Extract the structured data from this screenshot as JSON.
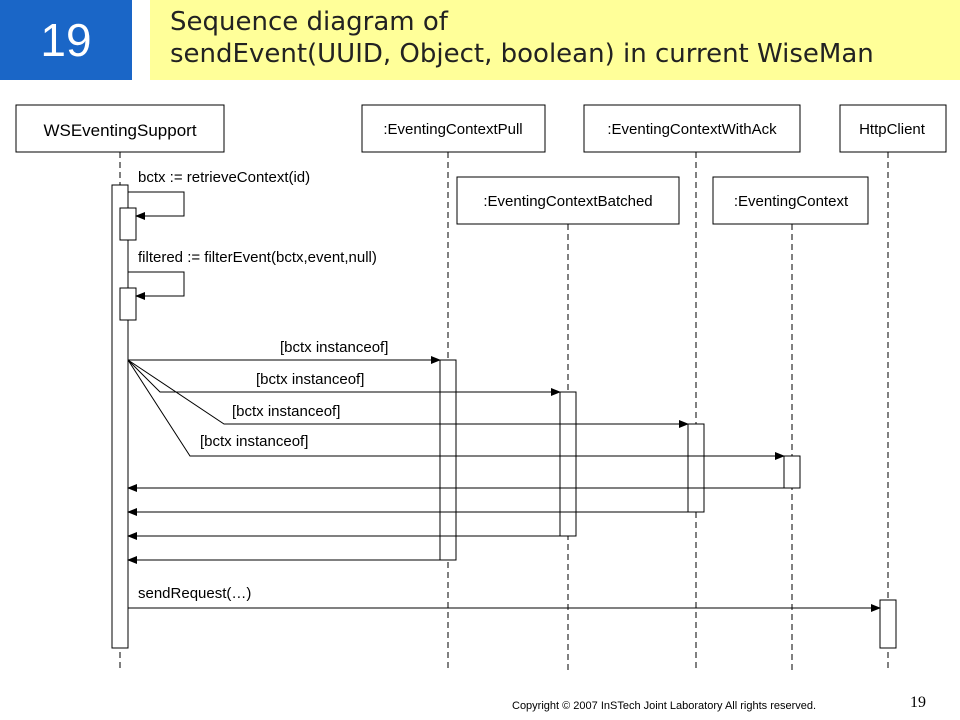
{
  "slide": {
    "number_badge": "19",
    "title_line1": "Sequence diagram of",
    "title_line2": "sendEvent(UUID, Object, boolean) in current WiseMan",
    "footer": "Copyright © 2007 InSTech  Joint Laboratory All rights reserved.",
    "page_number": "19"
  },
  "colors": {
    "badge_bg": "#1a66c7",
    "title_bg": "#ffff99"
  },
  "diagram": {
    "lifelines": {
      "wseventing_support": "WSEventingSupport",
      "context_pull": ":EventingContextPull",
      "context_with_ack": ":EventingContextWithAck",
      "http_client": "HttpClient",
      "context_batched": ":EventingContextBatched",
      "eventing_context": ":EventingContext"
    },
    "messages": {
      "retrieve": "bctx := retrieveContext(id)",
      "filter": "filtered := filterEvent(bctx,event,null)",
      "guard_pull": "[bctx instanceof]",
      "guard_batched": "[bctx instanceof]",
      "guard_ack": "[bctx instanceof]",
      "guard_context": "[bctx instanceof]",
      "send_request": "sendRequest(…)"
    }
  }
}
